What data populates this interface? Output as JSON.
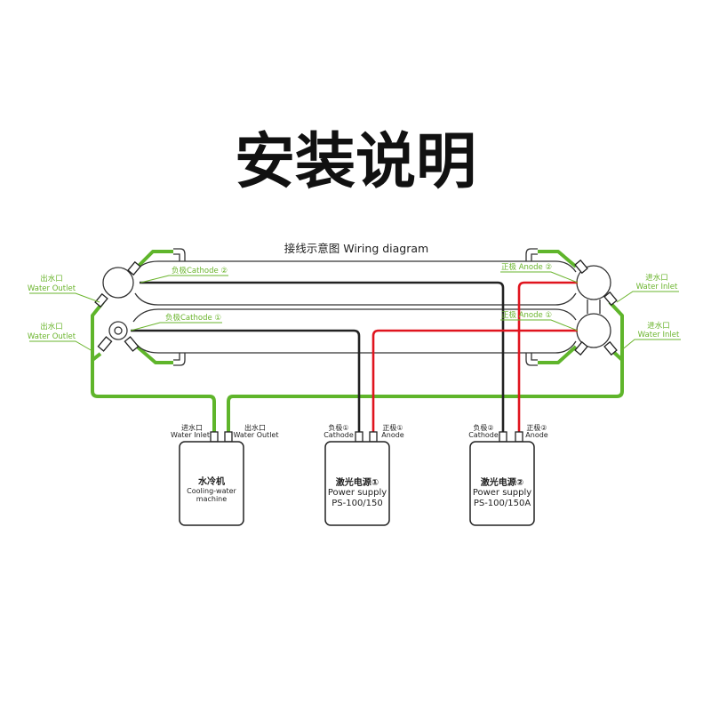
{
  "title": "安装说明",
  "diagram_title": "接线示意图 Wiring diagram",
  "tube_labels": {
    "cathode_2": "负极Cathode ②",
    "cathode_1": "负极Cathode ①",
    "anode_2": "正极 Anode ②",
    "anode_1": "正极 Anode ①"
  },
  "left_labels": [
    {
      "cn": "出水口",
      "en": "Water Outlet"
    },
    {
      "cn": "出水口",
      "en": "Water Outlet"
    }
  ],
  "right_labels": [
    {
      "cn": "进水口",
      "en": "Water Inlet"
    },
    {
      "cn": "进水口",
      "en": "Water Inlet"
    }
  ],
  "chiller": {
    "inlet_cn": "进水口",
    "inlet_en": "Water Inlet",
    "outlet_cn": "出水口",
    "outlet_en": "Water Outlet",
    "name_cn": "水冷机",
    "name_en1": "Cooling-water",
    "name_en2": "machine"
  },
  "psu1": {
    "cathode_cn": "负极①",
    "cathode_en": "Cathode",
    "anode_cn": "正极①",
    "anode_en": "Anode",
    "name_cn": "激光电源①",
    "name_en": "Power supply",
    "model": "PS-100/150"
  },
  "psu2": {
    "cathode_cn": "负极②",
    "cathode_en": "Cathode",
    "anode_cn": "正极②",
    "anode_en": "Anode",
    "name_cn": "激光电源②",
    "name_en": "Power supply",
    "model": "PS-100/150A"
  },
  "colors": {
    "water": "#5fb52b",
    "cathode_wire": "#222222",
    "anode_wire": "#e0141e"
  }
}
